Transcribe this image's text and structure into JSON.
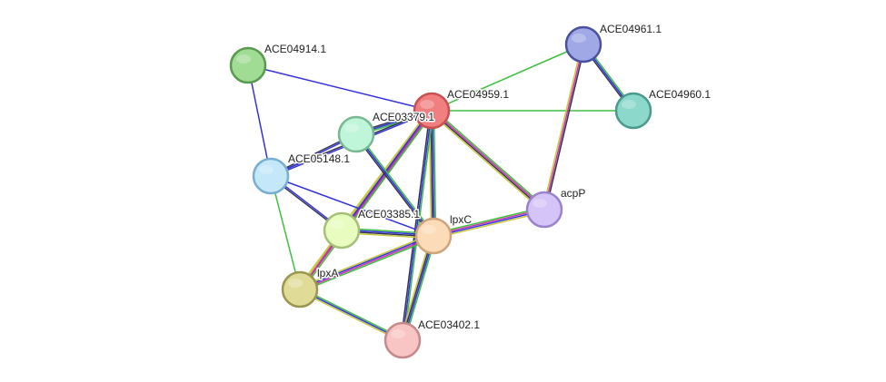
{
  "network": {
    "evidence_colors": {
      "green": "#3dbf3d",
      "blue": "#3333dd",
      "dark": "#333355",
      "magenta": "#cc33aa",
      "yellow": "#c8c840",
      "teal": "#3399aa"
    },
    "nodes": [
      {
        "id": "ACE04959.1",
        "label": "ACE04959.1",
        "fill": "#f08080",
        "stroke": "#c85050"
      },
      {
        "id": "ACE04914.1",
        "label": "ACE04914.1",
        "fill": "#a0dc94",
        "stroke": "#5a9a50"
      },
      {
        "id": "ACE04961.1",
        "label": "ACE04961.1",
        "fill": "#a0a8e6",
        "stroke": "#4a52a0"
      },
      {
        "id": "ACE04960.1",
        "label": "ACE04960.1",
        "fill": "#8cd9cc",
        "stroke": "#4a9a8e"
      },
      {
        "id": "ACE03379.1",
        "label": "ACE03379.1",
        "fill": "#bff5d9",
        "stroke": "#7ab894"
      },
      {
        "id": "ACE05148.1",
        "label": "ACE05148.1",
        "fill": "#c4e8fa",
        "stroke": "#78aed0"
      },
      {
        "id": "ACE03385.1",
        "label": "ACE03385.1",
        "fill": "#e8fcc0",
        "stroke": "#a4c078"
      },
      {
        "id": "lpxC",
        "label": "lpxC",
        "fill": "#fcdcb8",
        "stroke": "#cfa47a"
      },
      {
        "id": "acpP",
        "label": "acpP",
        "fill": "#d4c4f8",
        "stroke": "#9a82cc"
      },
      {
        "id": "lpxA",
        "label": "lpxA",
        "fill": "#e0dc98",
        "stroke": "#9a9650"
      },
      {
        "id": "ACE03402.1",
        "label": "ACE03402.1",
        "fill": "#f8c4c4",
        "stroke": "#c48a8a"
      }
    ],
    "edges": [
      {
        "source": "ACE04959.1",
        "target": "ACE04914.1",
        "evidence": [
          "blue"
        ]
      },
      {
        "source": "ACE04959.1",
        "target": "ACE04961.1",
        "evidence": [
          "green"
        ]
      },
      {
        "source": "ACE04959.1",
        "target": "ACE04960.1",
        "evidence": [
          "green"
        ]
      },
      {
        "source": "ACE04959.1",
        "target": "ACE03379.1",
        "evidence": [
          "green",
          "blue",
          "dark"
        ]
      },
      {
        "source": "ACE04959.1",
        "target": "ACE05148.1",
        "evidence": [
          "blue",
          "dark"
        ]
      },
      {
        "source": "ACE04959.1",
        "target": "ACE03385.1",
        "evidence": [
          "green",
          "magenta",
          "blue",
          "yellow"
        ]
      },
      {
        "source": "ACE04959.1",
        "target": "lpxC",
        "evidence": [
          "green",
          "blue",
          "dark",
          "yellow"
        ]
      },
      {
        "source": "ACE04959.1",
        "target": "acpP",
        "evidence": [
          "green",
          "magenta",
          "dark",
          "yellow"
        ]
      },
      {
        "source": "ACE04959.1",
        "target": "lpxA",
        "evidence": [
          "green",
          "magenta",
          "blue",
          "yellow"
        ]
      },
      {
        "source": "ACE04959.1",
        "target": "ACE03402.1",
        "evidence": [
          "green",
          "blue",
          "dark"
        ]
      },
      {
        "source": "ACE04961.1",
        "target": "ACE04960.1",
        "evidence": [
          "green",
          "blue",
          "dark"
        ]
      },
      {
        "source": "ACE04961.1",
        "target": "acpP",
        "evidence": [
          "dark",
          "magenta",
          "yellow"
        ]
      },
      {
        "source": "ACE04914.1",
        "target": "ACE05148.1",
        "evidence": [
          "blue"
        ]
      },
      {
        "source": "ACE03379.1",
        "target": "ACE05148.1",
        "evidence": [
          "blue",
          "dark"
        ]
      },
      {
        "source": "ACE03379.1",
        "target": "lpxC",
        "evidence": [
          "green",
          "blue",
          "dark"
        ]
      },
      {
        "source": "ACE05148.1",
        "target": "ACE03385.1",
        "evidence": [
          "blue",
          "dark"
        ]
      },
      {
        "source": "ACE05148.1",
        "target": "lpxC",
        "evidence": [
          "blue"
        ]
      },
      {
        "source": "ACE05148.1",
        "target": "lpxA",
        "evidence": [
          "green"
        ]
      },
      {
        "source": "ACE03385.1",
        "target": "lpxC",
        "evidence": [
          "green",
          "blue",
          "dark",
          "yellow"
        ]
      },
      {
        "source": "ACE03385.1",
        "target": "lpxA",
        "evidence": [
          "magenta",
          "yellow"
        ]
      },
      {
        "source": "lpxC",
        "target": "lpxA",
        "evidence": [
          "green",
          "magenta",
          "blue",
          "yellow"
        ]
      },
      {
        "source": "lpxC",
        "target": "acpP",
        "evidence": [
          "green",
          "magenta",
          "blue",
          "yellow"
        ]
      },
      {
        "source": "lpxC",
        "target": "ACE03402.1",
        "evidence": [
          "green",
          "blue",
          "dark",
          "yellow"
        ]
      },
      {
        "source": "lpxA",
        "target": "ACE03402.1",
        "evidence": [
          "green",
          "blue",
          "yellow"
        ]
      }
    ]
  }
}
